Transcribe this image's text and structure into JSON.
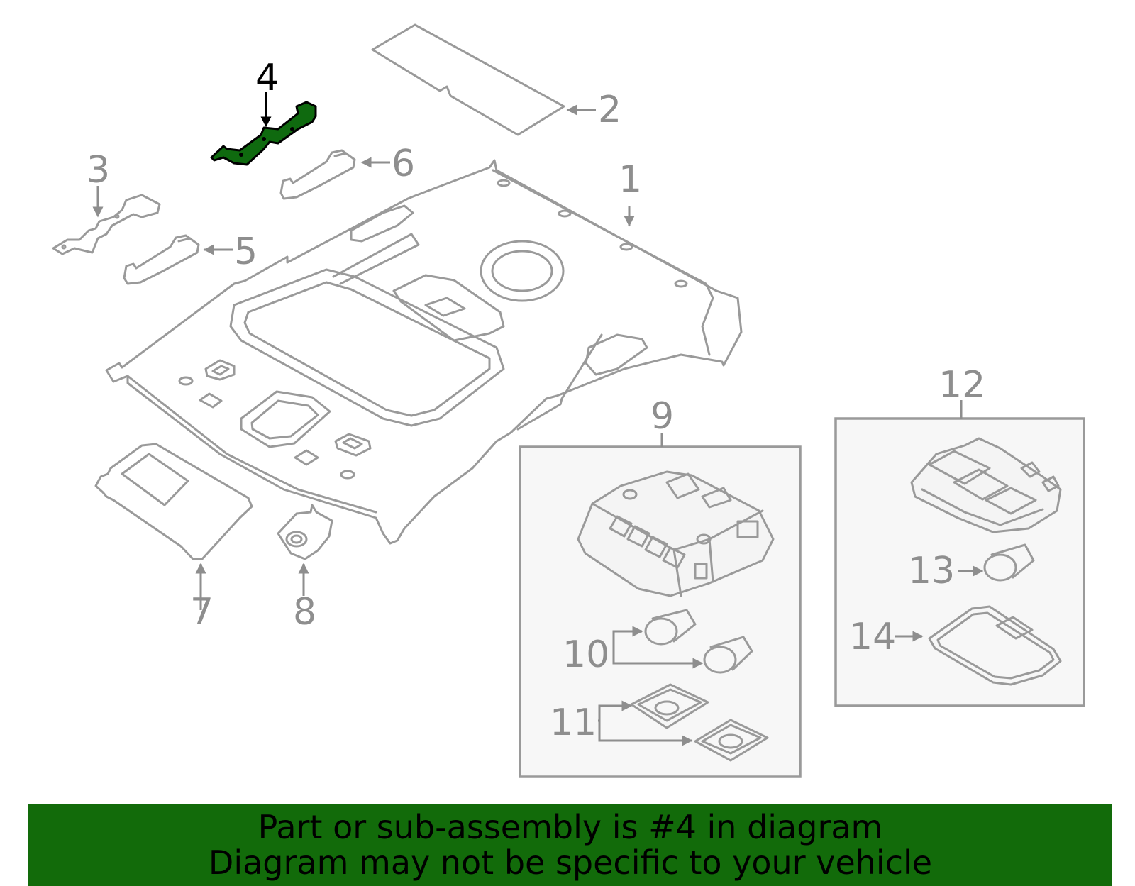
{
  "callouts": {
    "c1": "1",
    "c2": "2",
    "c3": "3",
    "c4": "4",
    "c5": "5",
    "c6": "6",
    "c7": "7",
    "c8": "8",
    "c9": "9",
    "c10": "10",
    "c11": "11",
    "c12": "12",
    "c13": "13",
    "c14": "14"
  },
  "highlighted_part": "4",
  "colors": {
    "highlight": "#0f6a0f",
    "banner_bg": "#126b0a",
    "line_gray": "#9a9a9a"
  },
  "banner": {
    "line1": "Part or sub-assembly is #4 in diagram",
    "line2": "Diagram may not be specific to your vehicle"
  }
}
